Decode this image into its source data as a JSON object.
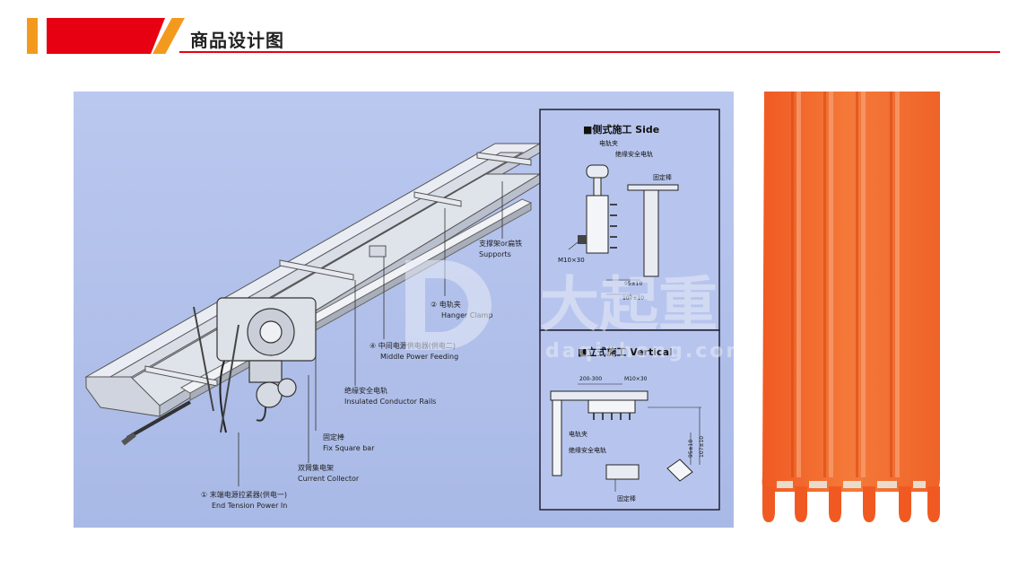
{
  "header": {
    "title": "商品设计图"
  },
  "diagram": {
    "labels": {
      "supports_cn": "支撑架or扁铁",
      "supports_en": "Supports",
      "hanger_cn": "② 电轨夹",
      "hanger_en": "Hanger Clamp",
      "middle_cn": "④ 中间电源供电器(供电二)",
      "middle_en": "Middle Power Feeding",
      "rails_cn": "绝缘安全电轨",
      "rails_en": "Insulated Conductor Rails",
      "fix_cn": "固定棒",
      "fix_en": "Fix Square bar",
      "collector_cn": "双臂集电架",
      "collector_en": "Current Collector",
      "end_cn": "① 末端电源拉紧器(供电一)",
      "end_en": "End Tension Power In"
    },
    "side": {
      "title": "■侧式施工 Side",
      "clamp": "电轨夹",
      "rail": "绝缘安全电轨",
      "bar": "固定棒",
      "bolt": "M10×30",
      "dim1": "95±10",
      "dim2": "107±10"
    },
    "vertical": {
      "title": "■立式施工 Vertical",
      "span": "200-300",
      "bolt": "M10×30",
      "clamp": "电轨夹",
      "rail": "绝缘安全电轨",
      "bar": "固定棒",
      "dim1": "95±10",
      "dim2": "107±10"
    },
    "watermark": {
      "brand": "大起重",
      "url": "daqizhong.com"
    }
  },
  "colors": {
    "accent_red": "#e60012",
    "accent_orange": "#f39a1e",
    "diagram_bg": "#b4c3ec",
    "rail_orange": "#f26a2a"
  }
}
